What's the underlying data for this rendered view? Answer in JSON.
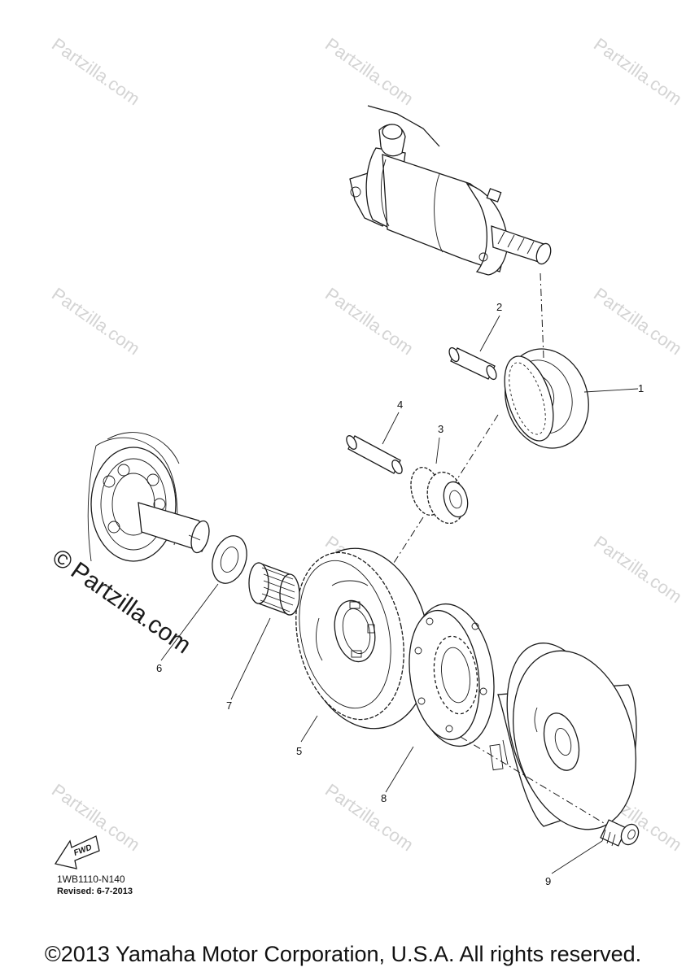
{
  "watermark": {
    "text": "Partzilla.com",
    "copyright_symbol": "©"
  },
  "parts": [
    {
      "number": "1"
    },
    {
      "number": "2"
    },
    {
      "number": "3"
    },
    {
      "number": "4"
    },
    {
      "number": "5"
    },
    {
      "number": "6"
    },
    {
      "number": "7"
    },
    {
      "number": "8"
    },
    {
      "number": "9"
    }
  ],
  "fwd_label": "FWD",
  "diagram_code": "1WB1110-N140",
  "revised": "Revised: 6-7-2013",
  "copyright": "©2013 Yamaha Motor Corporation, U.S.A. All rights reserved."
}
